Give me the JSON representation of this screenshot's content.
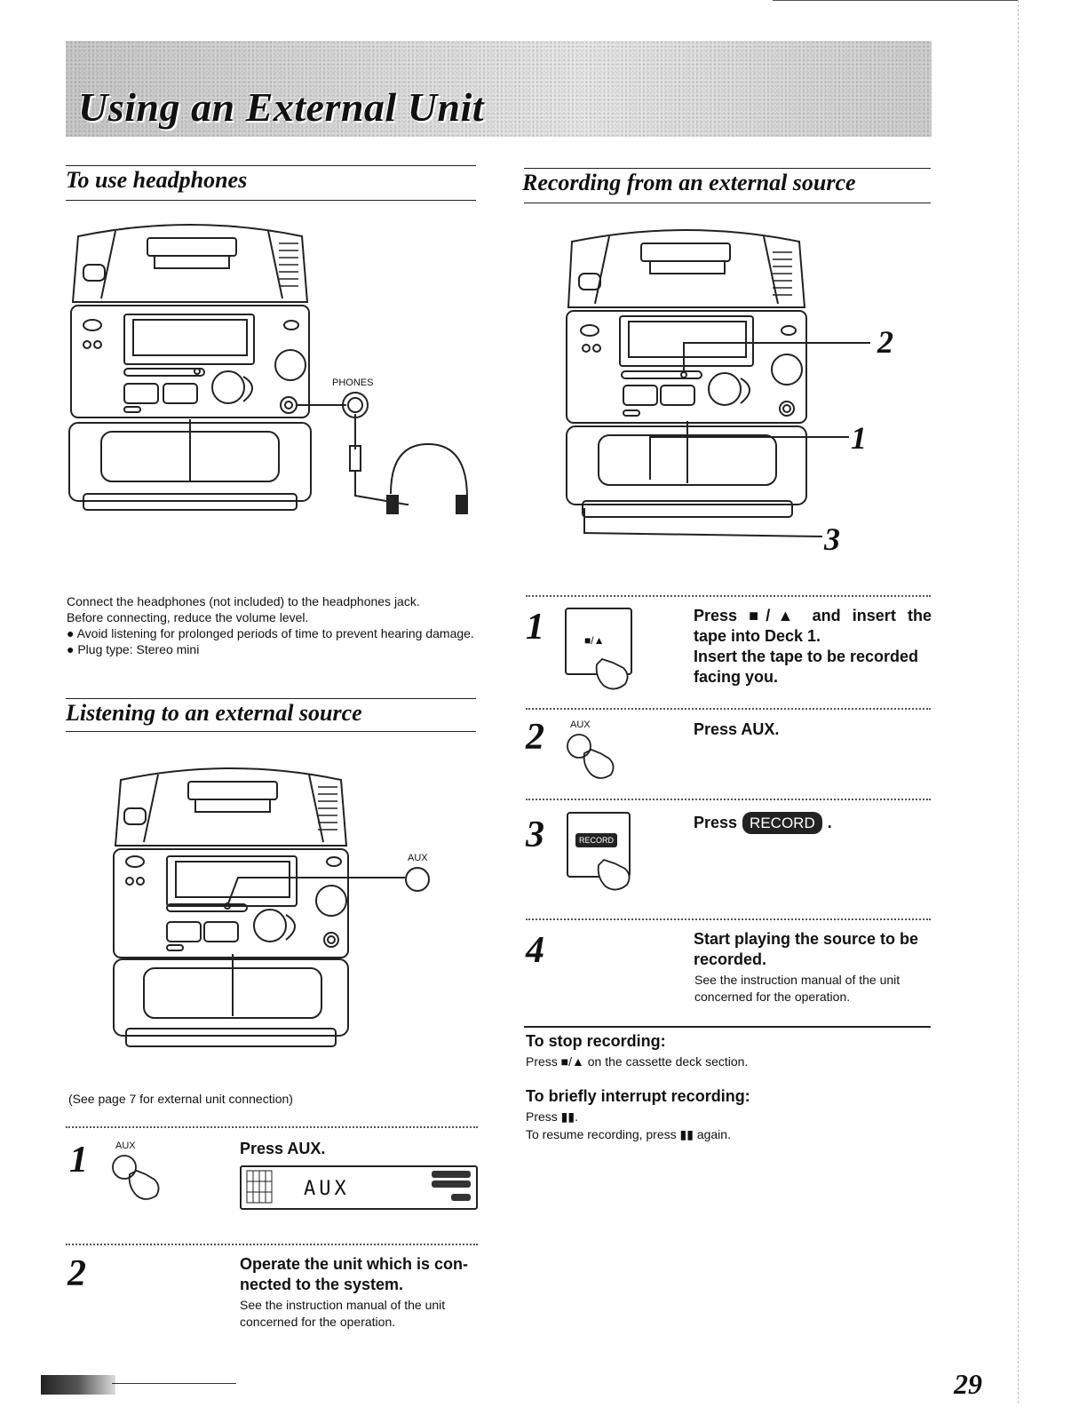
{
  "page": {
    "title": "Using an External Unit",
    "page_number": "29"
  },
  "headphones": {
    "heading": "To use headphones",
    "phones_label": "PHONES",
    "text_line1": "Connect the headphones (not included) to the headphones jack.",
    "text_line2": "Before connecting, reduce the volume level.",
    "bullet1": "● Avoid listening for prolonged periods of time to prevent hearing damage.",
    "bullet2": "● Plug type: Stereo mini"
  },
  "listening": {
    "heading": "Listening to an external source",
    "aux_label": "AUX",
    "note": "(See page 7 for external unit connection)",
    "steps": [
      {
        "num": "1",
        "button_label": "AUX",
        "title": "Press AUX.",
        "display_text": "AUX"
      },
      {
        "num": "2",
        "title": "Operate the unit which is con-nected to the system.",
        "note": "See the instruction manual of the unit concerned for the operation."
      }
    ]
  },
  "recording": {
    "heading": "Recording from an external source",
    "callouts": [
      "2",
      "1",
      "3"
    ],
    "steps": [
      {
        "num": "1",
        "button_label": "■/▲",
        "title_line1": "Press ■/▲ and insert the",
        "title_line2": "tape into Deck 1.",
        "title_line3": "Insert the tape to be recorded",
        "title_line4": "facing you."
      },
      {
        "num": "2",
        "button_label": "AUX",
        "title": "Press AUX."
      },
      {
        "num": "3",
        "button_label": "RECORD",
        "title_prefix": "Press",
        "title_badge": "RECORD",
        "title_suffix": "."
      },
      {
        "num": "4",
        "title_line1": "Start playing the source to be",
        "title_line2": "recorded.",
        "note_line1": "See the instruction manual of the unit",
        "note_line2": "concerned for the operation."
      }
    ],
    "stop": {
      "heading": "To stop recording:",
      "text": "Press ■/▲ on the cassette deck section."
    },
    "interrupt": {
      "heading": "To briefly interrupt recording:",
      "text1": "Press ▮▮.",
      "text2": "To resume recording, press ▮▮ again."
    }
  }
}
